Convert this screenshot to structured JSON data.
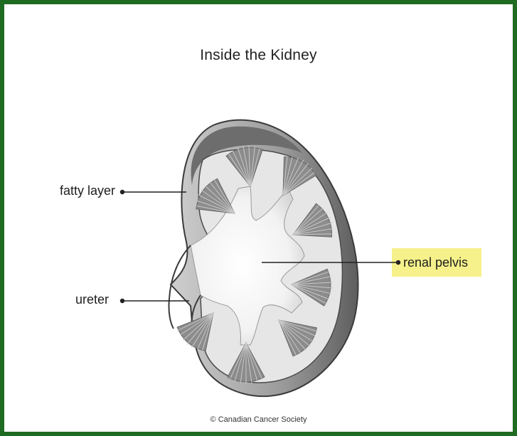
{
  "diagram": {
    "title": "Inside the Kidney",
    "labels": {
      "fatty_layer": "fatty layer",
      "ureter": "ureter",
      "renal_pelvis": "renal pelvis"
    },
    "credit": "© Canadian Cancer Society"
  },
  "colors": {
    "frame_border": "#1f6b22",
    "highlight": "#f6f18a",
    "outer_layer": "#7a7a7a",
    "cortex": "#e3e3e3",
    "pyramid": "#8c8c8c",
    "line": "#222222"
  }
}
